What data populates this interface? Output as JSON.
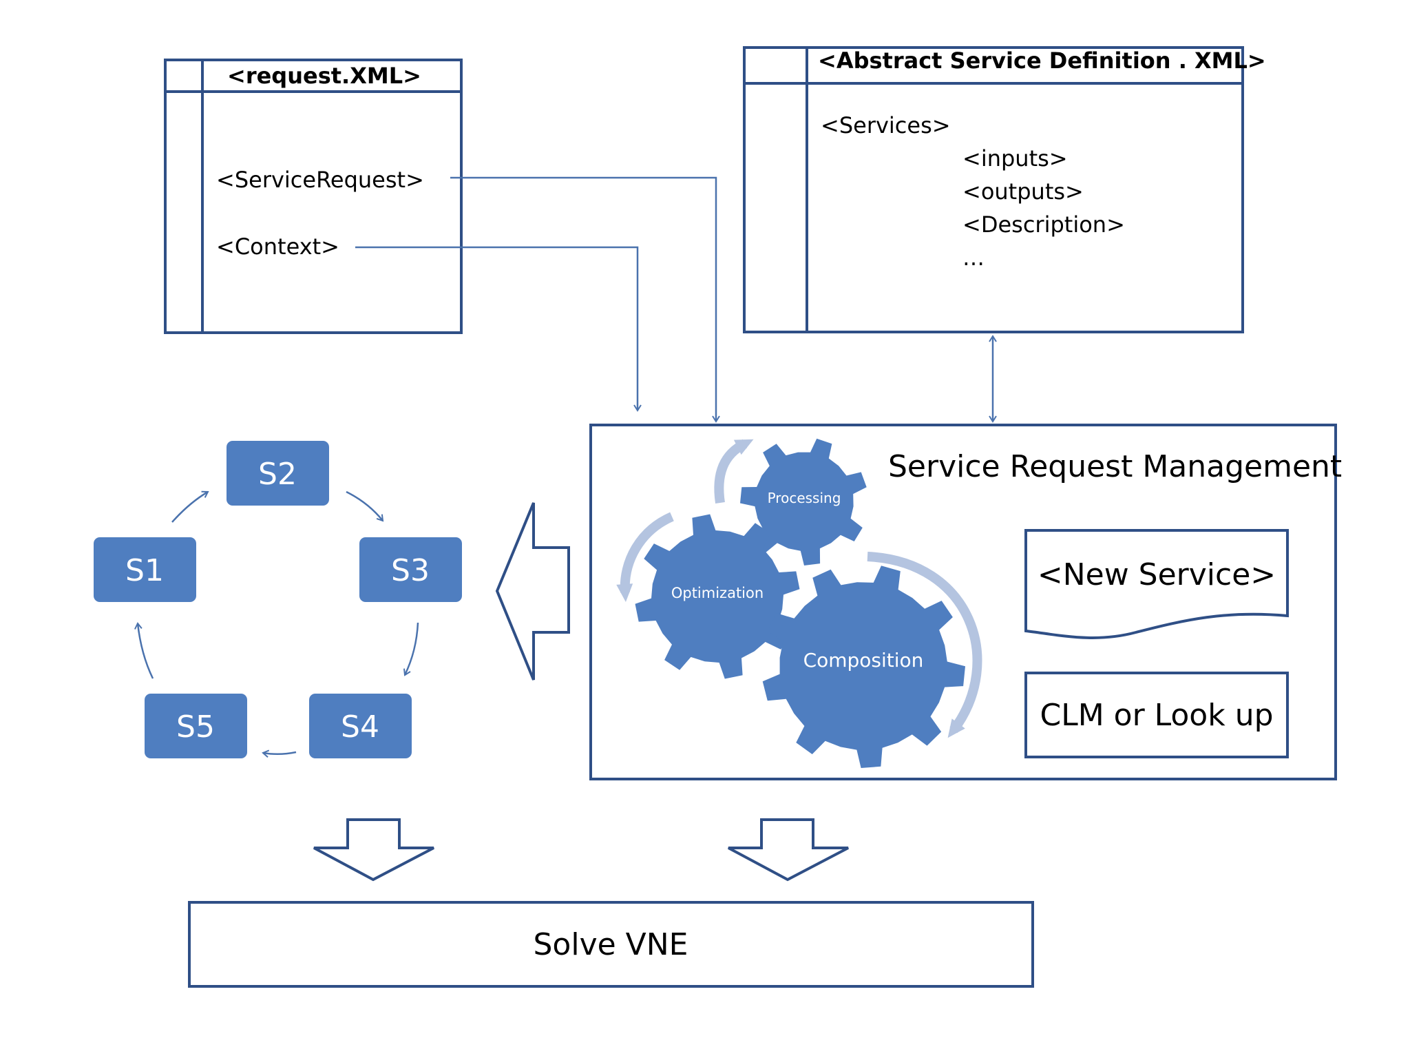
{
  "request_xml": {
    "title": "<request.XML>",
    "service_request": "<ServiceRequest>",
    "context": "<Context>"
  },
  "abstract_service": {
    "title": "<Abstract Service Definition . XML>",
    "services": "<Services>",
    "inputs": "<inputs>",
    "outputs": "<outputs>",
    "description": "<Description>",
    "ellipsis": "…"
  },
  "srm": {
    "title": "Service Request Management",
    "gears": {
      "processing": "Processing",
      "optimization": "Optimization",
      "composition": "Composition"
    },
    "new_service": "<New Service>",
    "clm": "CLM or Look up"
  },
  "cycle": {
    "nodes": [
      "S1",
      "S2",
      "S3",
      "S4",
      "S5"
    ]
  },
  "solve": "Solve VNE",
  "colors": {
    "border": "#2f4f86",
    "node_fill": "#4f7ec0",
    "gear_fill": "#4f7ec0",
    "arrow_light": "#b4c4e0",
    "connector": "#4a72ad"
  }
}
